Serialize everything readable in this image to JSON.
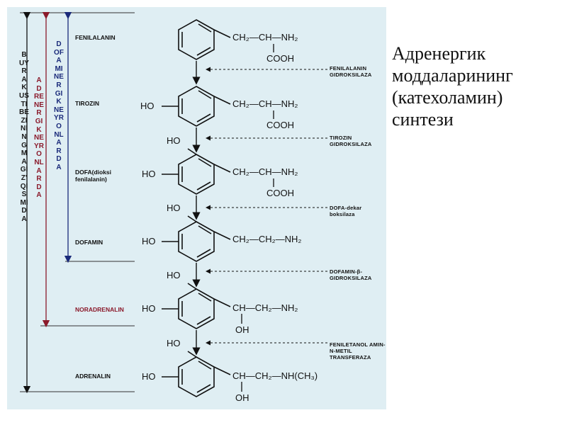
{
  "title_text": "Адренергик\nмоддаларининг\n(катехоламин)\nсинтези",
  "vertical_labels": {
    "outer": "BUYRAK USTI BEZINING MAGIZ' QISMIDA",
    "middle": "ADRENERGIK NEYRONLARDA",
    "inner": "DOFAMINERGIK NEYRONLARDA"
  },
  "stages": [
    {
      "name": "FENILALANIN",
      "enzyme": "FENILALANIN GIDROKSILAZA"
    },
    {
      "name": "TIROZIN",
      "enzyme": "TIROZIN GIDROKSILAZA"
    },
    {
      "name": "DOFA(dioksi fenilalanin)",
      "enzyme": "DOFA-dekar boksilaza"
    },
    {
      "name": "DOFAMIN",
      "enzyme": "DOFAMIN-β- GIDROKSILAZA"
    },
    {
      "name": "NORADRENALIN",
      "enzyme": "FENILETANOL AMIN-N-METIL TRANSFERAZA"
    },
    {
      "name": "ADRENALIN"
    }
  ],
  "formula": {
    "ho": "HO",
    "s1_chain": "CH₂—CH—NH₂",
    "s1_sub": "COOH",
    "s2_chain": "CH₂—CH—NH₂",
    "s2_sub": "COOH",
    "s3_chain": "CH₂—CH—NH₂",
    "s3_sub": "COOH",
    "s4_chain": "CH₂—CH₂—NH₂",
    "s5_chain": "CH—CH₂—NH₂",
    "s5_sub": "OH",
    "s6_chain": "CH—CH₂—NH(CH₃)",
    "s6_sub": "OH"
  },
  "colors": {
    "panel": "#dfeef3",
    "outer_label": "#1a1a1a",
    "middle_label": "#8b1a2b",
    "inner_label": "#1a2a7a",
    "noradrenalin": "#8b1a2b"
  }
}
